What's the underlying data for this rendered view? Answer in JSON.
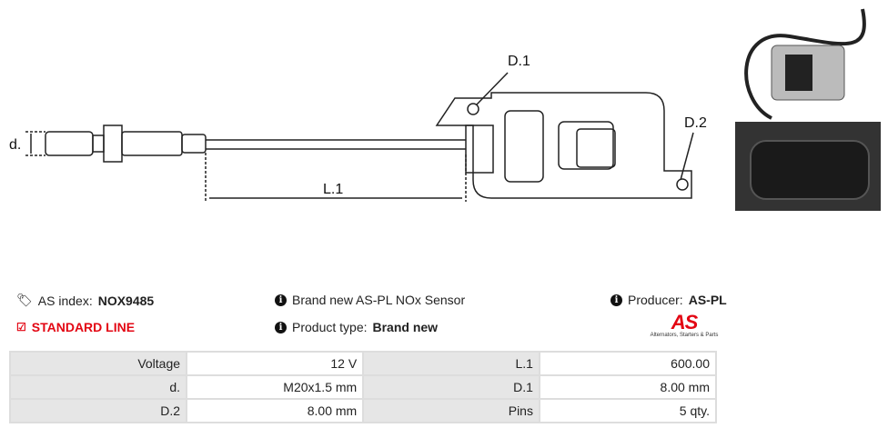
{
  "diagram": {
    "d_label": "d.",
    "l1_label": "L.1",
    "d1_label": "D.1",
    "d2_label": "D.2"
  },
  "info": {
    "as_index_label": "AS index:",
    "as_index_value": "NOX9485",
    "standard_line": "STANDARD LINE",
    "description": "Brand new AS-PL NOx Sensor",
    "product_type_label": "Product type:",
    "product_type_value": "Brand new",
    "producer_label": "Producer:",
    "producer_value": "AS-PL",
    "logo_text": "AS",
    "logo_tagline": "Alternators, Starters & Parts"
  },
  "specs": [
    [
      "Voltage",
      "12 V",
      "L.1",
      "600.00"
    ],
    [
      "d.",
      "M20x1.5 mm",
      "D.1",
      "8.00 mm"
    ],
    [
      "D.2",
      "8.00 mm",
      "Pins",
      "5 qty."
    ]
  ],
  "colors": {
    "accent": "#e30613"
  }
}
